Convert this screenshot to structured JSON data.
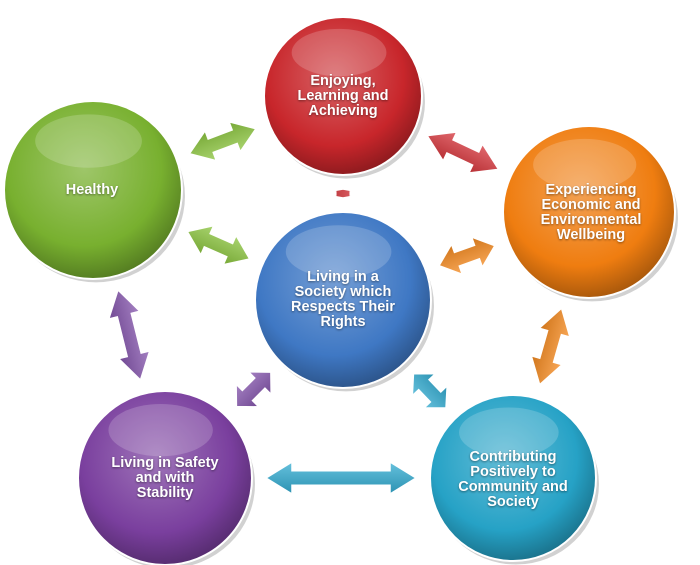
{
  "nodes": {
    "center": {
      "label": "Living in a\nSociety which\nRespects Their\nRights",
      "color": "#3f78c4"
    },
    "top": {
      "label": "Enjoying,\nLearning and\nAchieving",
      "color": "#c8262b"
    },
    "left": {
      "label": "Healthy",
      "color": "#78b02f"
    },
    "right": {
      "label": "Experiencing\nEconomic and\nEnvironmental\nWellbeing",
      "color": "#ef7d10"
    },
    "bottom_left": {
      "label": "Living in Safety\nand with\nStability",
      "color": "#7a3f9e"
    },
    "bottom_right": {
      "label": "Contributing\nPositively to\nCommunity and\nSociety",
      "color": "#26a2c6"
    }
  },
  "connectors": [
    {
      "from": "top",
      "to": "left",
      "color": "#8cc63f"
    },
    {
      "from": "top",
      "to": "right",
      "color": "#d7373d"
    },
    {
      "from": "top",
      "to": "center",
      "color": "#d7373d"
    },
    {
      "from": "left",
      "to": "center",
      "color": "#8cc63f"
    },
    {
      "from": "right",
      "to": "center",
      "color": "#f58a1f"
    },
    {
      "from": "right",
      "to": "bottom_right",
      "color": "#f58a1f"
    },
    {
      "from": "left",
      "to": "bottom_left",
      "color": "#8556ad"
    },
    {
      "from": "bottom_left",
      "to": "center",
      "color": "#8556ad"
    },
    {
      "from": "bottom_right",
      "to": "center",
      "color": "#33acd1"
    },
    {
      "from": "bottom_left",
      "to": "bottom_right",
      "color": "#33acd1"
    }
  ]
}
